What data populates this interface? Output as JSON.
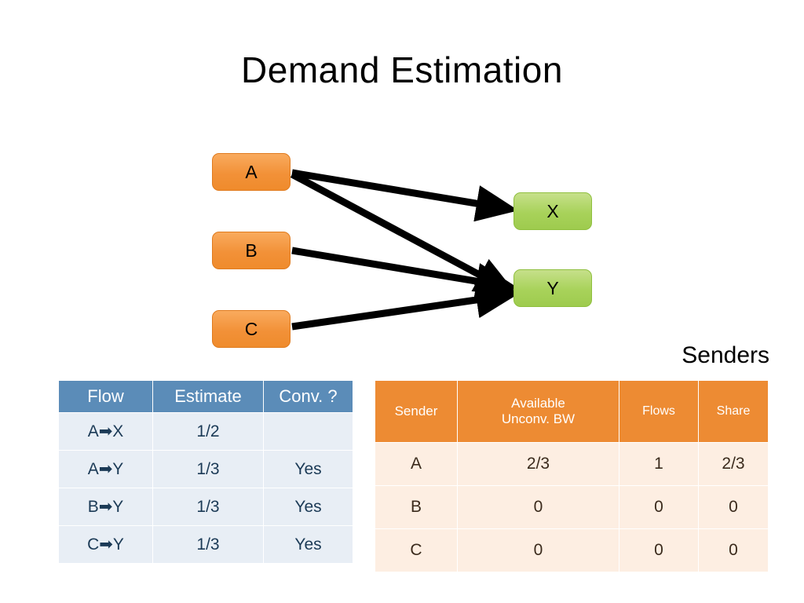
{
  "title": "Demand Estimation",
  "diagram": {
    "senders": [
      {
        "id": "A",
        "label": "A"
      },
      {
        "id": "B",
        "label": "B"
      },
      {
        "id": "C",
        "label": "C"
      }
    ],
    "receivers": [
      {
        "id": "X",
        "label": "X"
      },
      {
        "id": "Y",
        "label": "Y"
      }
    ],
    "edges": [
      {
        "from": "A",
        "to": "X"
      },
      {
        "from": "A",
        "to": "Y"
      },
      {
        "from": "B",
        "to": "Y"
      },
      {
        "from": "C",
        "to": "Y"
      }
    ],
    "sender_color": "#f0923a",
    "receiver_color": "#a8d25a",
    "edge_color": "#000000"
  },
  "senders_caption": "Senders",
  "flows_table": {
    "headers": [
      "Flow",
      "Estimate",
      "Conv. ?"
    ],
    "rows": [
      [
        "A➡X",
        "1/2",
        ""
      ],
      [
        "A➡Y",
        "1/3",
        "Yes"
      ],
      [
        "B➡Y",
        "1/3",
        "Yes"
      ],
      [
        "C➡Y",
        "1/3",
        "Yes"
      ]
    ],
    "header_color": "#5b8cb8",
    "row_color": "#e8eef5"
  },
  "senders_table": {
    "headers": [
      "Sender",
      "Available Unconv. BW",
      "Flows",
      "Share"
    ],
    "headers_multiline": [
      [
        "Sender"
      ],
      [
        "Available",
        "Unconv. BW"
      ],
      [
        "Flows"
      ],
      [
        "Share"
      ]
    ],
    "rows": [
      [
        "A",
        "2/3",
        "1",
        "2/3"
      ],
      [
        "B",
        "0",
        "0",
        "0"
      ],
      [
        "C",
        "0",
        "0",
        "0"
      ]
    ],
    "header_color": "#ed8b33",
    "row_color": "#fdeee2"
  }
}
